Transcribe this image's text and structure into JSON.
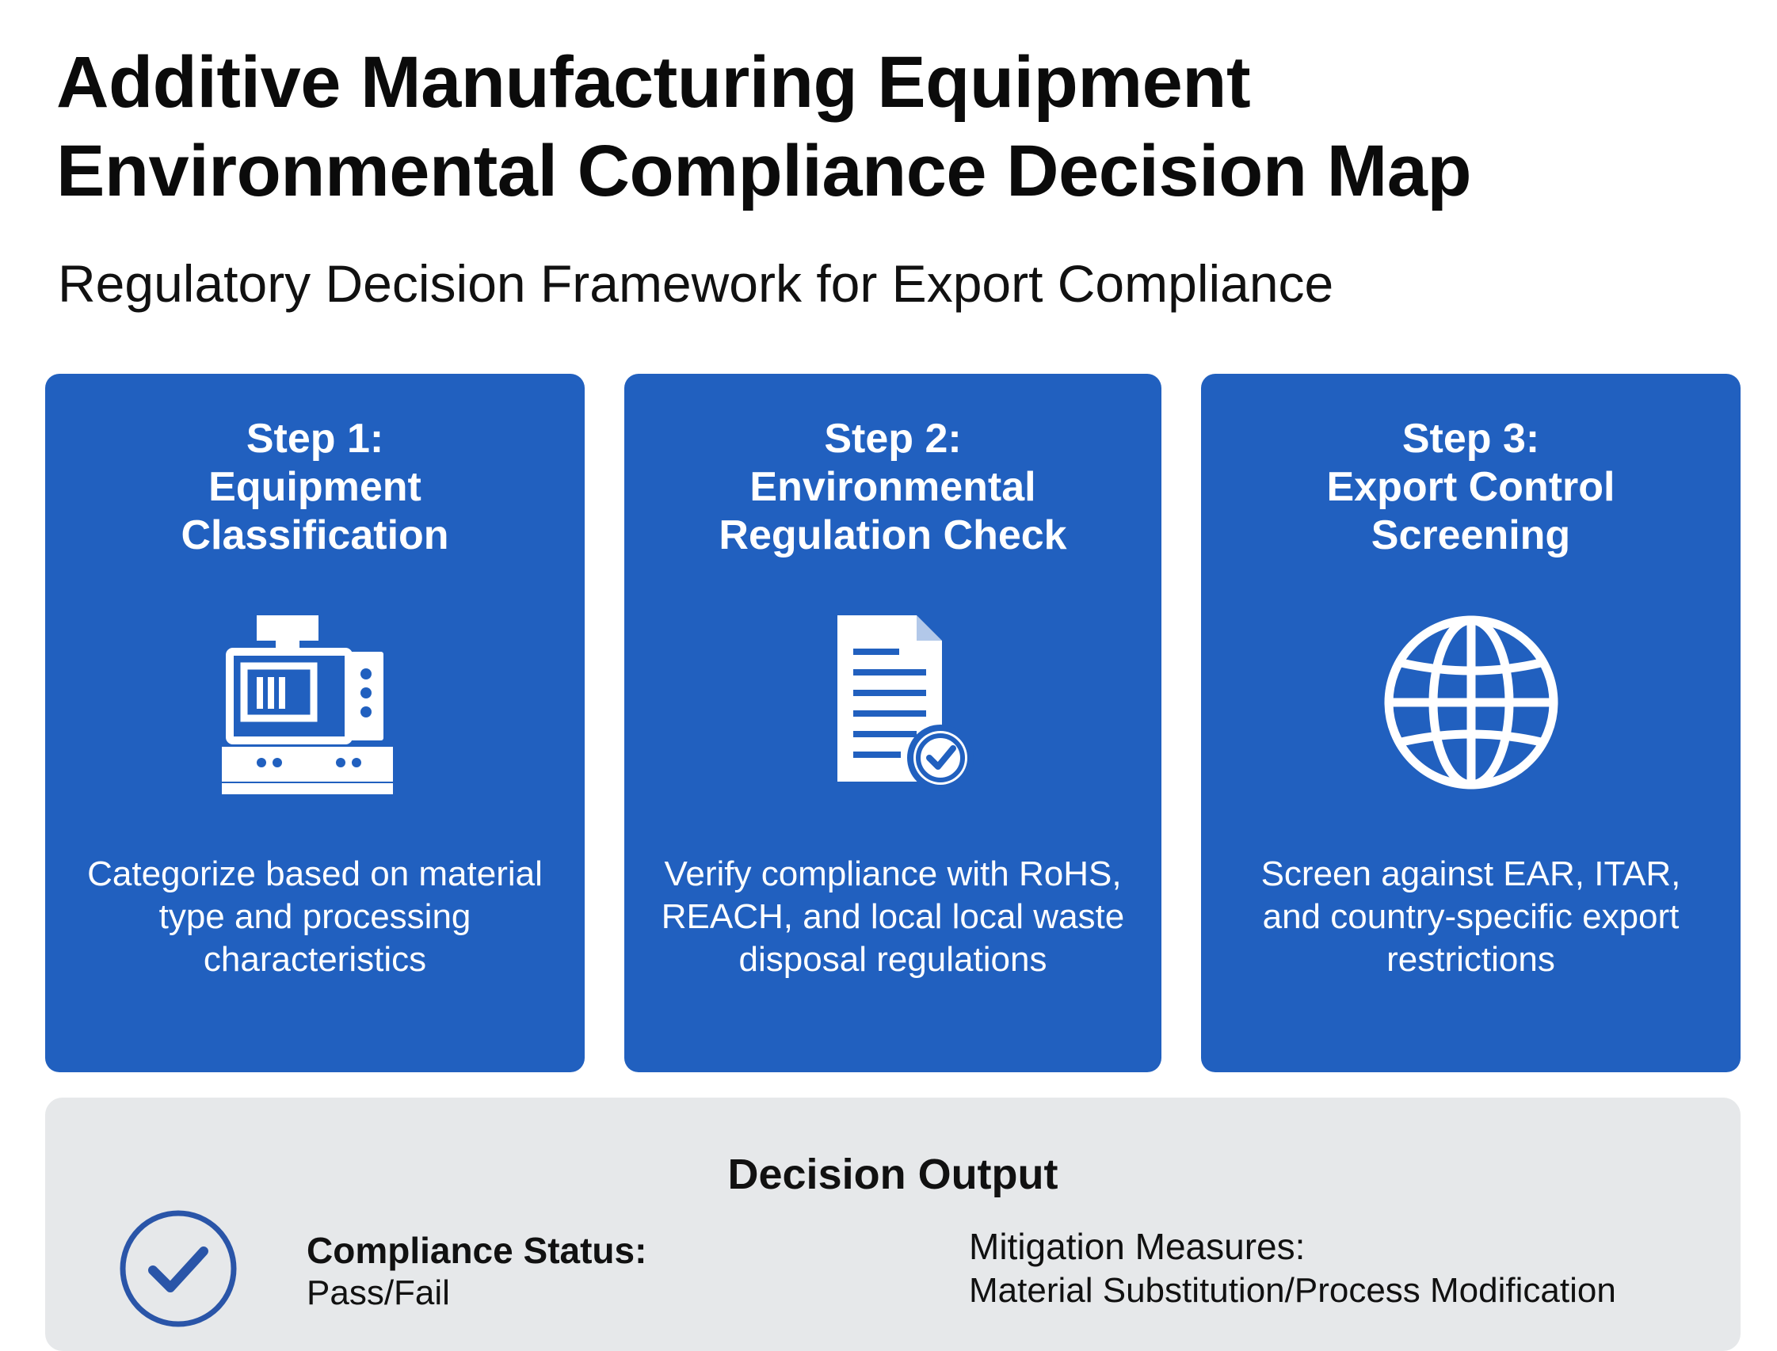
{
  "title": {
    "line1": "Additive Manufacturing Equipment",
    "line2": "Environmental Compliance Decision Map"
  },
  "subtitle": "Regulatory Decision Framework for Export Compliance",
  "colors": {
    "card_blue": "#2160bf",
    "output_gray": "#e6e8ea",
    "check_blue": "#2a55a8"
  },
  "steps": [
    {
      "title_lines": [
        "Step 1:",
        "Equipment",
        "Classification"
      ],
      "icon": "3d-printer-icon",
      "description": "Categorize based on material type and processing characteristics"
    },
    {
      "title_lines": [
        "Step 2:",
        "Environmental",
        "Regulation Check"
      ],
      "icon": "document-check-icon",
      "description": "Verify compliance with RoHS, REACH, and local local waste disposal regulations"
    },
    {
      "title_lines": [
        "Step 3:",
        "Export Control",
        "Screening"
      ],
      "icon": "globe-icon",
      "description": "Screen against EAR, ITAR, and country-specific export restrictions"
    }
  ],
  "output": {
    "title": "Decision Output",
    "status_icon": "check-circle-icon",
    "status_label": "Compliance Status:",
    "status_value": "Pass/Fail",
    "mitigation_label": "Mitigation Measures:",
    "mitigation_value": "Material Substitution/Process Modification"
  }
}
